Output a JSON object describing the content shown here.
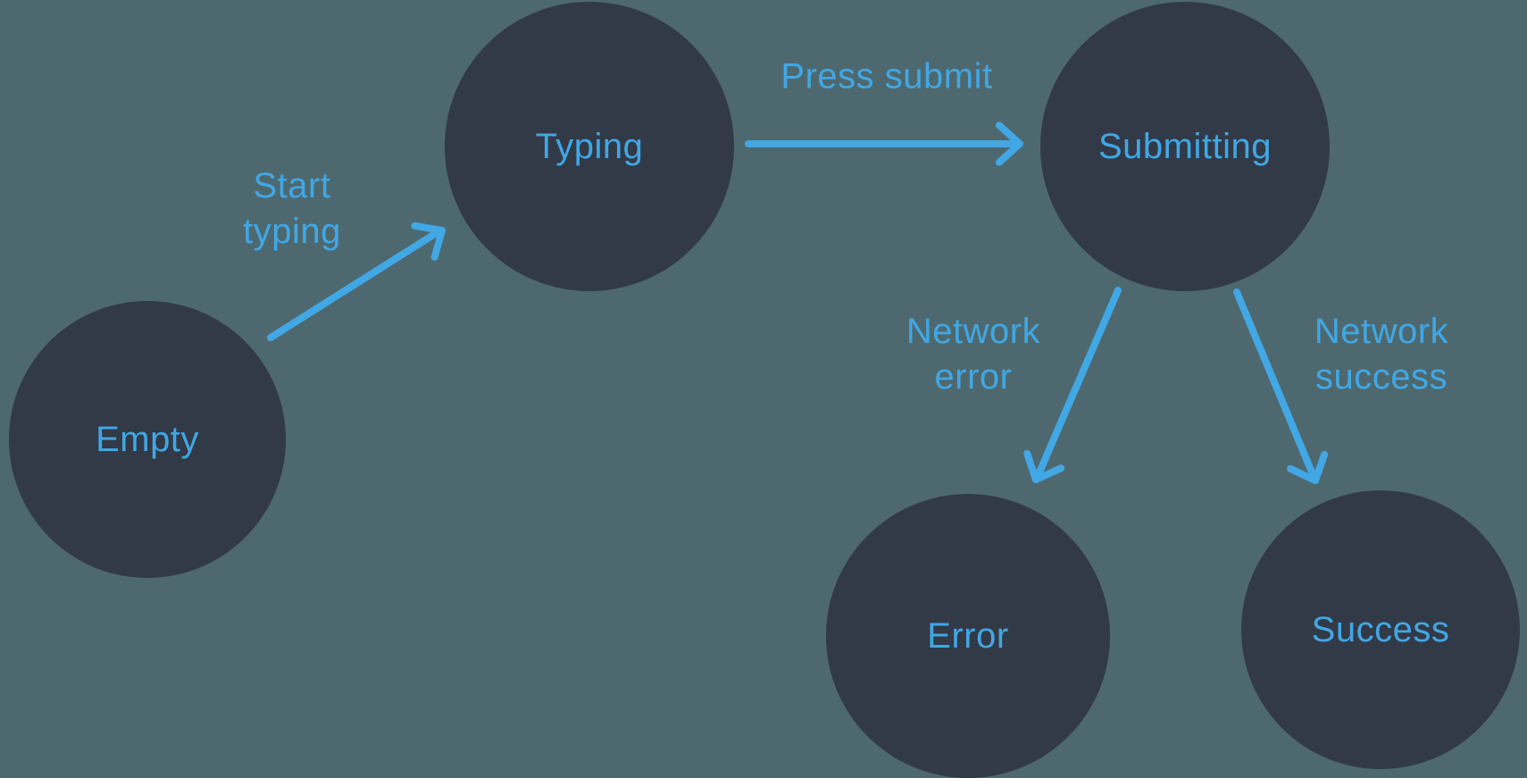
{
  "colors": {
    "background": "#4d696f",
    "node_fill": "#323a47",
    "accent": "#41a7e5"
  },
  "diagram": {
    "kind": "state-machine",
    "states": [
      {
        "id": "empty",
        "label": "Empty"
      },
      {
        "id": "typing",
        "label": "Typing"
      },
      {
        "id": "submitting",
        "label": "Submitting"
      },
      {
        "id": "error",
        "label": "Error"
      },
      {
        "id": "success",
        "label": "Success"
      }
    ],
    "transitions": [
      {
        "from": "Empty",
        "to": "Typing",
        "label": "Start typing",
        "line1": "Start",
        "line2": "typing"
      },
      {
        "from": "Typing",
        "to": "Submitting",
        "label": "Press submit",
        "line1": "Press submit",
        "line2": ""
      },
      {
        "from": "Submitting",
        "to": "Error",
        "label": "Network error",
        "line1": "Network",
        "line2": "error"
      },
      {
        "from": "Submitting",
        "to": "Success",
        "label": "Network success",
        "line1": "Network",
        "line2": "success"
      }
    ]
  }
}
